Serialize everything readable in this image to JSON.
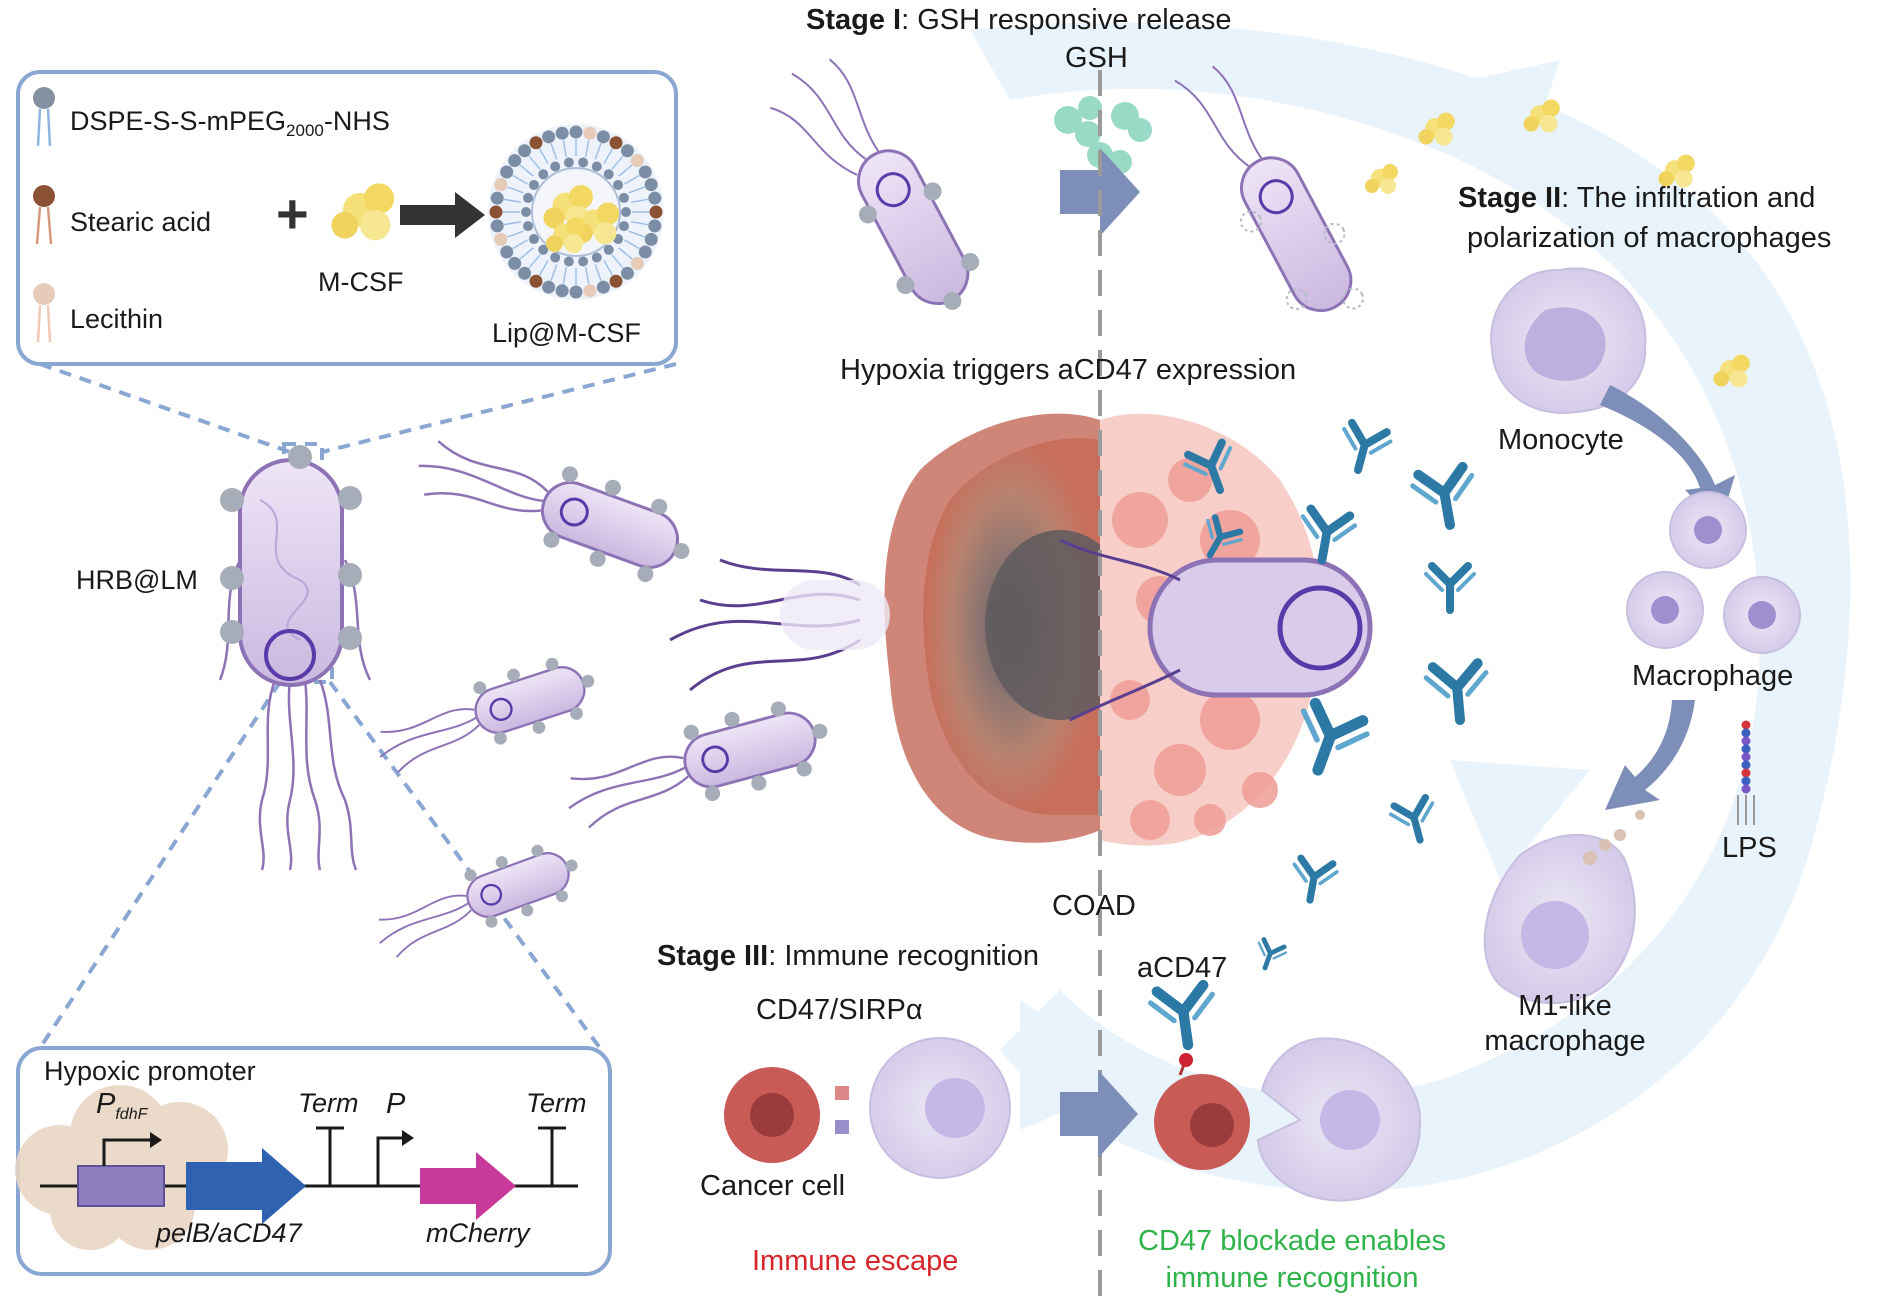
{
  "lipo_panel": {
    "legend_dspe": "DSPE-S-S-mPEG",
    "legend_dspe_sub": "2000",
    "legend_dspe_tail": "-NHS",
    "legend_stearic": "Stearic acid",
    "legend_lecithin": "Lecithin",
    "mcsf_label": "M-CSF",
    "product_label": "Lip@M-CSF"
  },
  "bacterium_label": "HRB@LM",
  "gene_panel": {
    "title": "Hypoxic promoter",
    "promoter_p": "P",
    "promoter_sub": "fdhF",
    "term1": "Term",
    "p2": "P",
    "term2": "Term",
    "gene1": "pelB/aCD47",
    "gene2": "mCherry"
  },
  "stage1": {
    "title_bold": "Stage I",
    "title_rest": ": GSH responsive release",
    "gsh": "GSH"
  },
  "hypoxia_label": "Hypoxia triggers aCD47 expression",
  "stage2": {
    "title_bold": "Stage II",
    "title_rest": ": The infiltration and",
    "title_line2": "polarization of macrophages",
    "monocyte": "Monocyte",
    "macrophage": "Macrophage",
    "lps": "LPS",
    "m1_line1": "M1-like",
    "m1_line2": "macrophage"
  },
  "tumor_label": "COAD",
  "stage3": {
    "title_bold": "Stage III",
    "title_rest": ": Immune recognition",
    "cd47": "CD47/SIRPα",
    "acd47": "aCD47",
    "cancer": "Cancer cell",
    "escape": "Immune escape",
    "blockade_line1": "CD47 blockade enables",
    "blockade_line2": "immune recognition"
  },
  "colors": {
    "panel_border": "#8aa6d2",
    "bacterium_fill": "#d9cbe9",
    "bacterium_stroke": "#8d73b5",
    "arrow": "#7d8fb8",
    "antibody": "#2d79a5",
    "tumor_outer": "#c77060",
    "tumor_core": "#6e6464",
    "cancer_cell": "#c95b57",
    "macrophage": "#ddd6ee",
    "swirl": "#e8f3fb",
    "escape_text": "#d7262b",
    "blockade_text": "#2fb34a",
    "gene1": "#2f62b0",
    "gene2": "#c8399a",
    "promoter_box": "#8e7fc0"
  }
}
